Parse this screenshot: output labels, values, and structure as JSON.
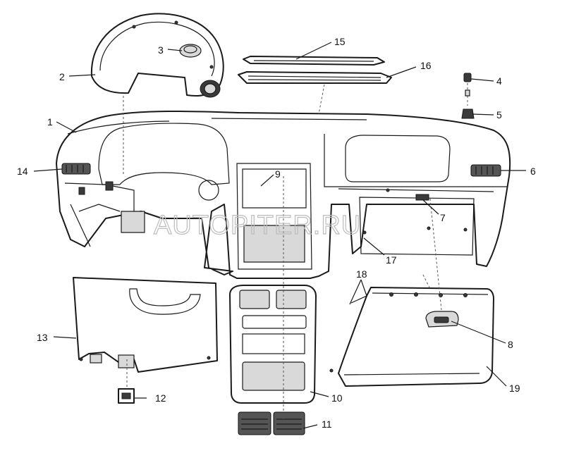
{
  "watermark": "AUTOPITER.RU",
  "callouts": {
    "c1": "1",
    "c2": "2",
    "c3": "3",
    "c4": "4",
    "c5": "5",
    "c6": "6",
    "c7": "7",
    "c8": "8",
    "c9": "9",
    "c10": "10",
    "c11": "11",
    "c12": "12",
    "c13": "13",
    "c14": "14",
    "c15": "15",
    "c16": "16",
    "c17": "17",
    "c18": "18",
    "c19": "19"
  }
}
